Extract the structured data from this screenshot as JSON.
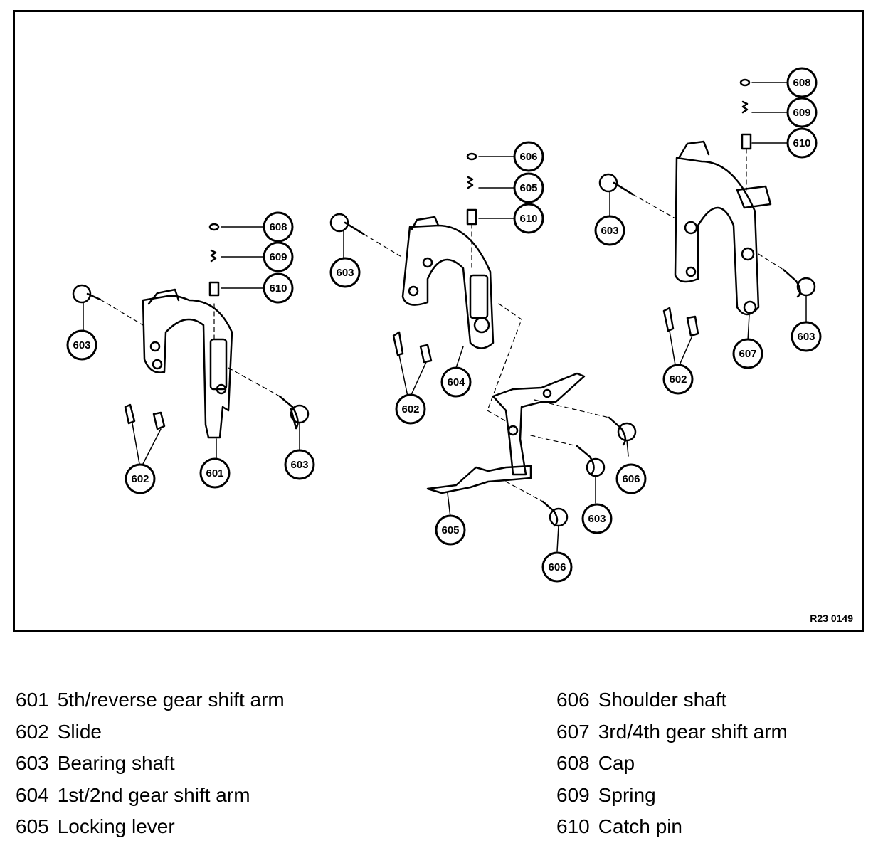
{
  "figure": {
    "code": "R23 0149",
    "callouts": {
      "left": {
        "c608": "608",
        "c609": "609",
        "c610": "610",
        "c603a": "603",
        "c602": "602",
        "c601": "601",
        "c603b": "603"
      },
      "middle": {
        "c606": "606",
        "c605": "605",
        "c610": "610",
        "c603a": "603",
        "c602": "602",
        "c604": "604",
        "c606b": "606",
        "c603b": "603",
        "c605b": "605",
        "c606c": "606"
      },
      "right": {
        "c608": "608",
        "c609": "609",
        "c610": "610",
        "c603a": "603",
        "c602": "602",
        "c607": "607",
        "c603b": "603"
      }
    }
  },
  "legend": {
    "left": [
      {
        "num": "601",
        "label": "5th/reverse gear shift arm"
      },
      {
        "num": "602",
        "label": "Slide"
      },
      {
        "num": "603",
        "label": "Bearing shaft"
      },
      {
        "num": "604",
        "label": "1st/2nd gear shift arm"
      },
      {
        "num": "605",
        "label": "Locking lever"
      }
    ],
    "right": [
      {
        "num": "606",
        "label": "Shoulder shaft"
      },
      {
        "num": "607",
        "label": "3rd/4th gear shift arm"
      },
      {
        "num": "608",
        "label": "Cap"
      },
      {
        "num": "609",
        "label": "Spring"
      },
      {
        "num": "610",
        "label": "Catch pin"
      }
    ]
  }
}
